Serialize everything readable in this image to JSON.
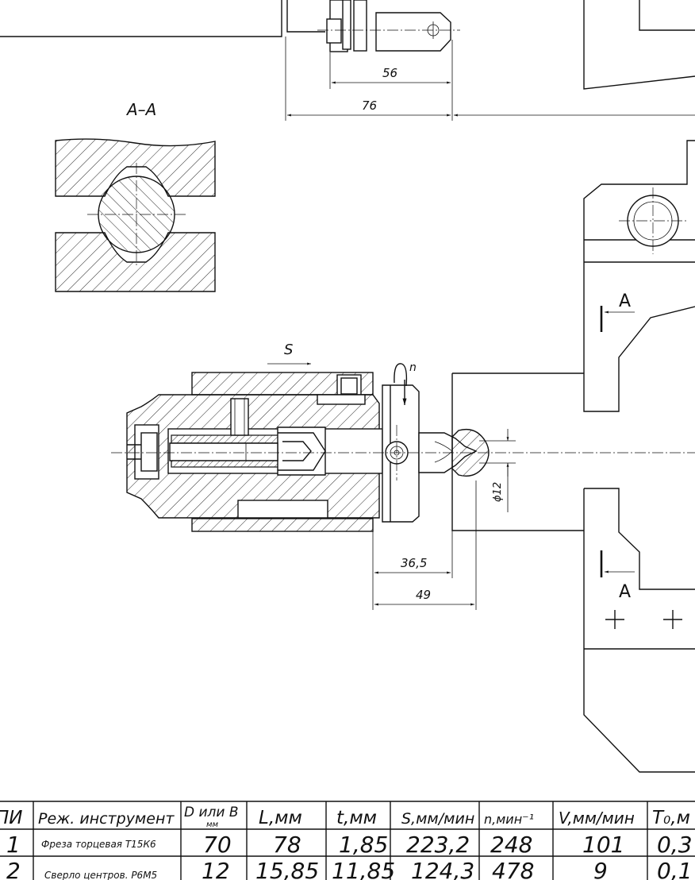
{
  "section_title": "A–A",
  "dims": {
    "d56": "56",
    "d76": "76",
    "d36_5": "36,5",
    "d49": "49",
    "d12": "ϕ12"
  },
  "labels": {
    "feed": "S",
    "rotation": "n",
    "section_mark_top": "A",
    "section_mark_bottom": "A"
  },
  "table": {
    "headers": [
      "ПИ",
      "Реж. инструмент",
      "D или B",
      "L,мм",
      "t,мм",
      "S,мм/мин",
      "n,мин⁻¹",
      "V,мм/мин",
      "T₀,м"
    ],
    "header_sub": "мм",
    "rows": [
      [
        "1",
        "Фреза торцевая Т15К6",
        "70",
        "78",
        "1,85",
        "223,2",
        "248",
        "101",
        "0,3"
      ],
      [
        "2",
        "Сверло центров. Р6М5",
        "12",
        "15,85",
        "11,85",
        "124,3",
        "478",
        "9",
        "0,1"
      ]
    ]
  }
}
